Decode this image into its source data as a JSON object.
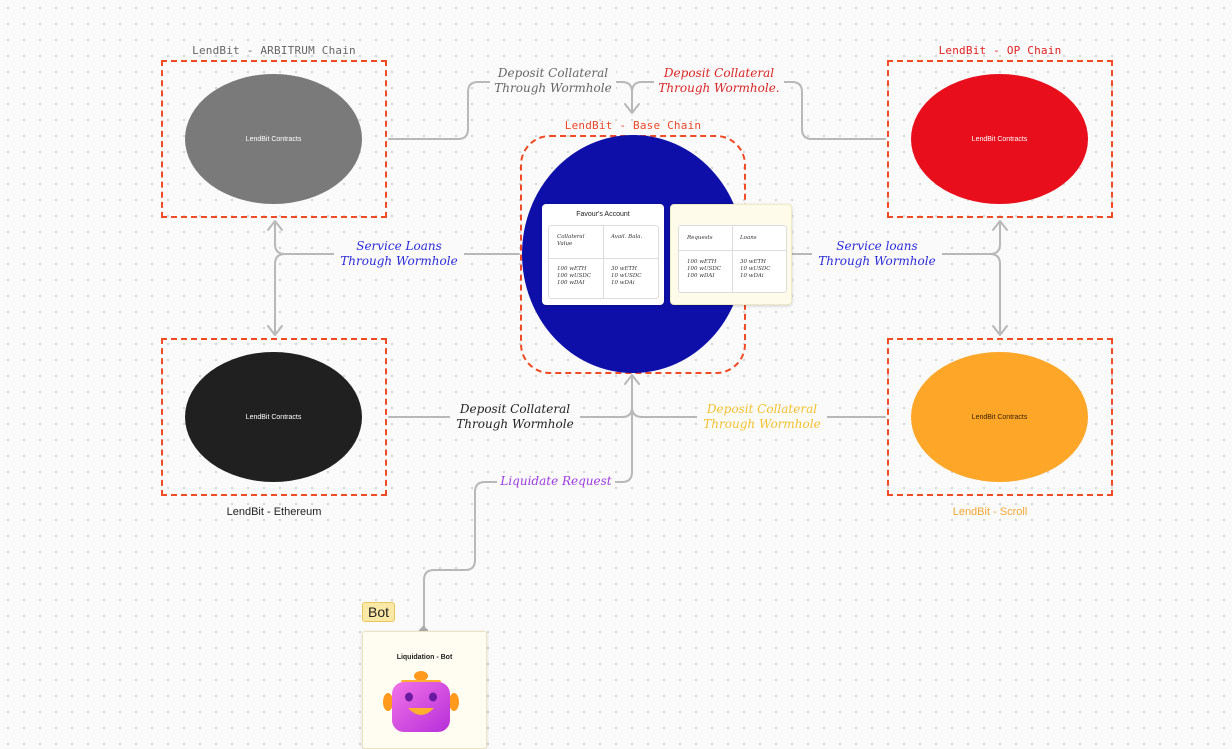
{
  "chains": {
    "arbitrum": {
      "title": "LendBit - ARBITRUM Chain",
      "contracts": "LendBit Contracts",
      "fill": "#7a7a7a",
      "title_color": "#666666"
    },
    "op": {
      "title": "LendBit - OP Chain",
      "contracts": "LendBit Contracts",
      "fill": "#e90e1c",
      "title_color": "#e01f1f"
    },
    "base": {
      "title": "LendBit - Base Chain",
      "fill": "#0e0fa8",
      "title_color": "#e9472a"
    },
    "ethereum": {
      "title": "LendBit - Ethereum",
      "contracts": "LendBit Contracts",
      "fill": "#202020",
      "title_color": "#222222"
    },
    "scroll": {
      "title": "LendBit - Scroll",
      "contracts": "LendBit Contracts",
      "fill": "#fea628",
      "title_color": "#f2a632"
    }
  },
  "edges": {
    "arbitrum_deposit": {
      "line1": "Deposit Collateral",
      "line2": "Through Wormhole",
      "color": "#666666"
    },
    "op_deposit": {
      "line1": "Deposit Collateral",
      "line2": "Through Wormhole.",
      "color": "#d92525"
    },
    "service_left": {
      "line1": "Service Loans",
      "line2": "Through Wormhole",
      "color": "#2b2bd6"
    },
    "service_right": {
      "line1": "Service loans",
      "line2": "Through Wormhole",
      "color": "#2b2bd6"
    },
    "eth_deposit": {
      "line1": "Deposit Collateral",
      "line2": "Through Wormhole",
      "color": "#222222"
    },
    "scroll_deposit": {
      "line1": "Deposit Collateral",
      "line2": "Through Wormhole",
      "color": "#f3c12c"
    },
    "liquidate": {
      "label": "Liquidate Request",
      "color": "#9b3be0"
    }
  },
  "account_card": {
    "title": "Favour's Account",
    "col1_header": "Collateral\nValue",
    "col2_header": "Avail. Bala.",
    "col1_values": "100 wETH\n100 wUSDC\n100 wDAI",
    "col2_values": "30 wETH\n10 wUSDC\n10 wDAi"
  },
  "requests_card": {
    "col1_header": "Requests",
    "col2_header": "Loans",
    "col1_values": "100 wETH\n100 wUSDC\n100 wDAI",
    "col2_values": "30 wETH\n10 wUSDC\n10 wDAi"
  },
  "bot": {
    "tag": "Bot",
    "title": "Liquidation - Bot",
    "icon": "robot-face-icon"
  }
}
